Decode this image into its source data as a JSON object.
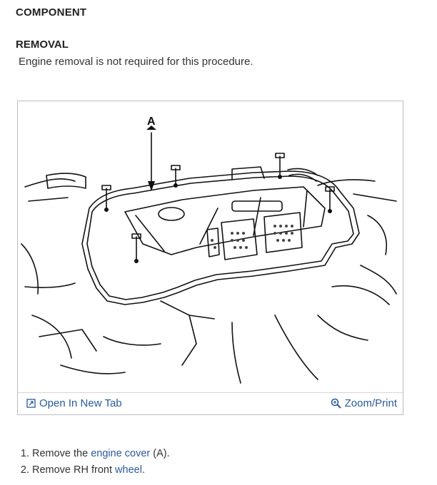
{
  "heading": {
    "component": "COMPONENT",
    "removal": "REMOVAL"
  },
  "intro_text": "Engine removal is not required for this procedure.",
  "figure": {
    "callout_label": "A",
    "open_tab_label": "Open In New Tab",
    "zoom_label": "Zoom/Print",
    "open_tab_icon": "open-new-tab-icon",
    "zoom_icon": "magnifier-icon",
    "link_color": "#2a5a9a"
  },
  "steps": [
    {
      "number": "1.",
      "before": "Remove the ",
      "link": "engine cover",
      "after": " (A)."
    },
    {
      "number": "2.",
      "before": "Remove RH front ",
      "link": "wheel",
      "after": "."
    }
  ]
}
